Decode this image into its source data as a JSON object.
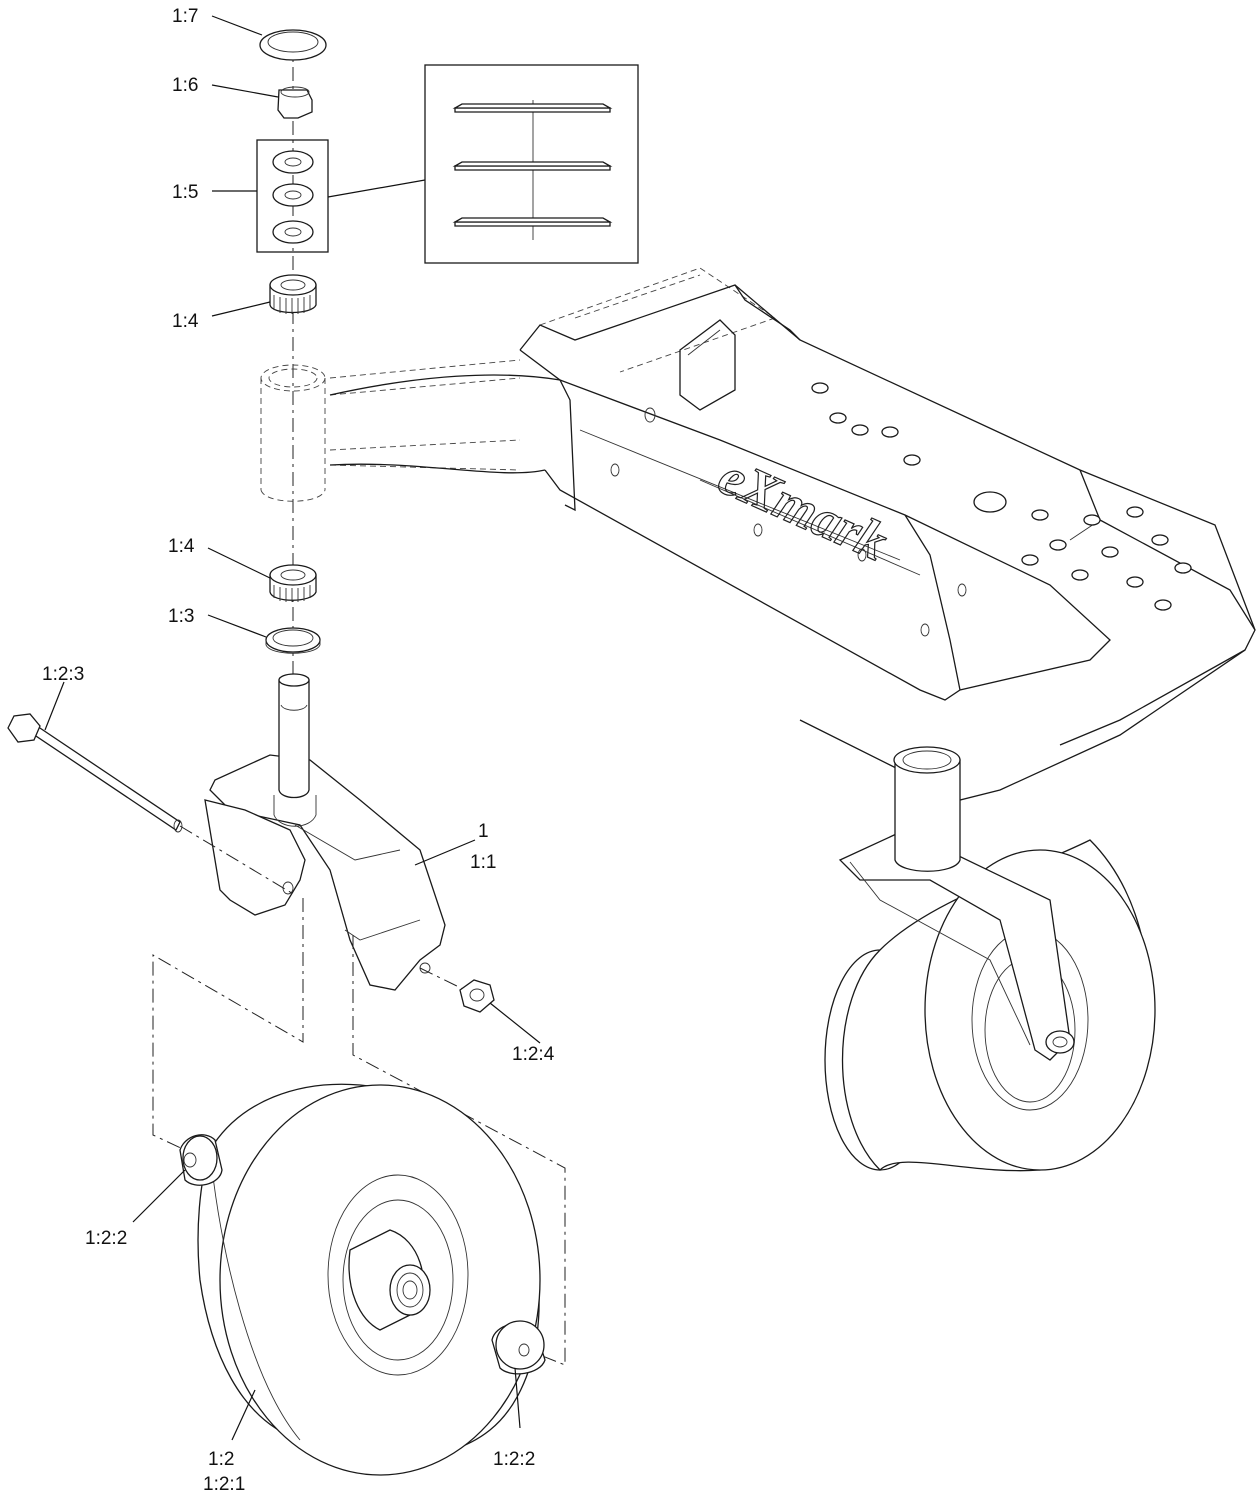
{
  "brand_logo_text": "eXmark",
  "callouts": [
    {
      "id": "c-1-7",
      "text": "1:7"
    },
    {
      "id": "c-1-6",
      "text": "1:6"
    },
    {
      "id": "c-1-5",
      "text": "1:5"
    },
    {
      "id": "c-1-4-top",
      "text": "1:4"
    },
    {
      "id": "c-1-4-bottom",
      "text": "1:4"
    },
    {
      "id": "c-1-3",
      "text": "1:3"
    },
    {
      "id": "c-1-2-3",
      "text": "1:2:3"
    },
    {
      "id": "c-1",
      "text": "1"
    },
    {
      "id": "c-1-1",
      "text": "1:1"
    },
    {
      "id": "c-1-2-4",
      "text": "1:2:4"
    },
    {
      "id": "c-1-2-2-left",
      "text": "1:2:2"
    },
    {
      "id": "c-1-2-2-right",
      "text": "1:2:2"
    },
    {
      "id": "c-1-2",
      "text": "1:2"
    },
    {
      "id": "c-1-2-1",
      "text": "1:2:1"
    }
  ]
}
